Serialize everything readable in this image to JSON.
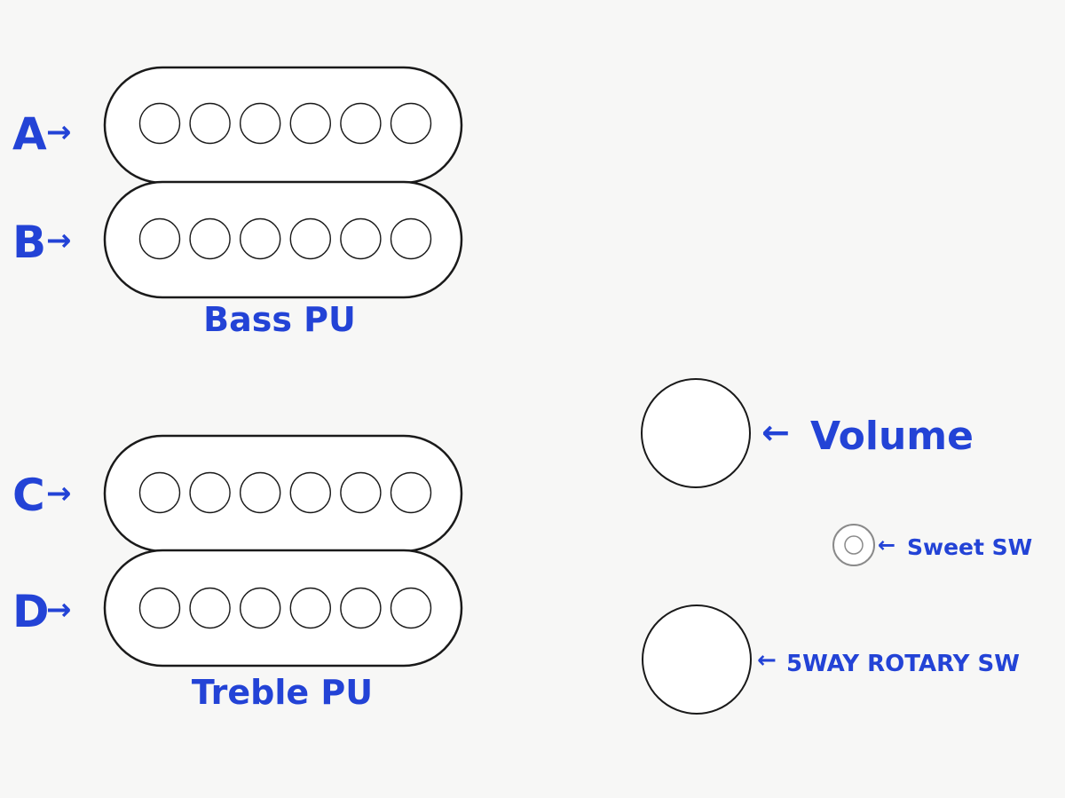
{
  "colors": {
    "label": "#2343d6",
    "outline": "#1a1a1a",
    "background": "#f7f7f6",
    "switch_outline": "#8a8a8a"
  },
  "pickups": {
    "bass": {
      "title": "Bass PU",
      "coils": [
        {
          "letter": "A",
          "pole_count": 6
        },
        {
          "letter": "B",
          "pole_count": 6
        }
      ]
    },
    "treble": {
      "title": "Treble PU",
      "coils": [
        {
          "letter": "C",
          "pole_count": 6
        },
        {
          "letter": "D",
          "pole_count": 6
        }
      ]
    }
  },
  "controls": {
    "volume": {
      "label": "Volume",
      "arrow": "←"
    },
    "sweet_sw": {
      "label": "Sweet SW",
      "arrow": "←"
    },
    "rotary_sw": {
      "label": "5WAY ROTARY SW",
      "arrow": "←"
    }
  },
  "coil_arrow": "→"
}
